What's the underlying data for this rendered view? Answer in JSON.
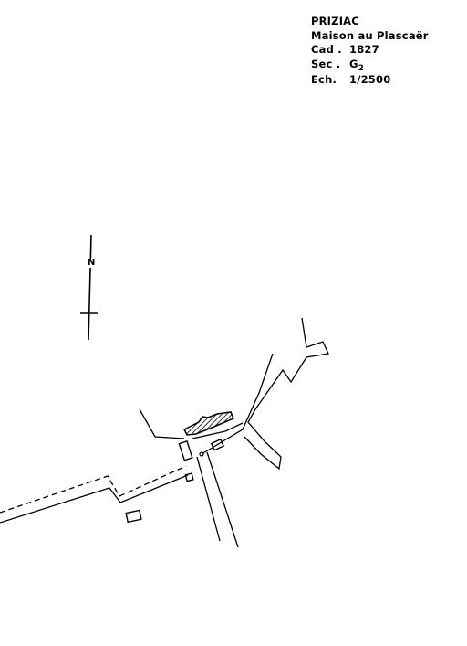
{
  "legend": {
    "commune": "PRIZIAC",
    "place": "Maison au Plascaër",
    "cadastre_label": "Cad .",
    "cadastre_year": "1827",
    "section_label": "Sec .",
    "section_letter": "G",
    "section_number": "2",
    "scale_label": "Ech.",
    "scale_value": "1/2500"
  },
  "north_arrow": {
    "label": "N"
  },
  "colors": {
    "ink": "#000000",
    "paper": "#ffffff"
  }
}
